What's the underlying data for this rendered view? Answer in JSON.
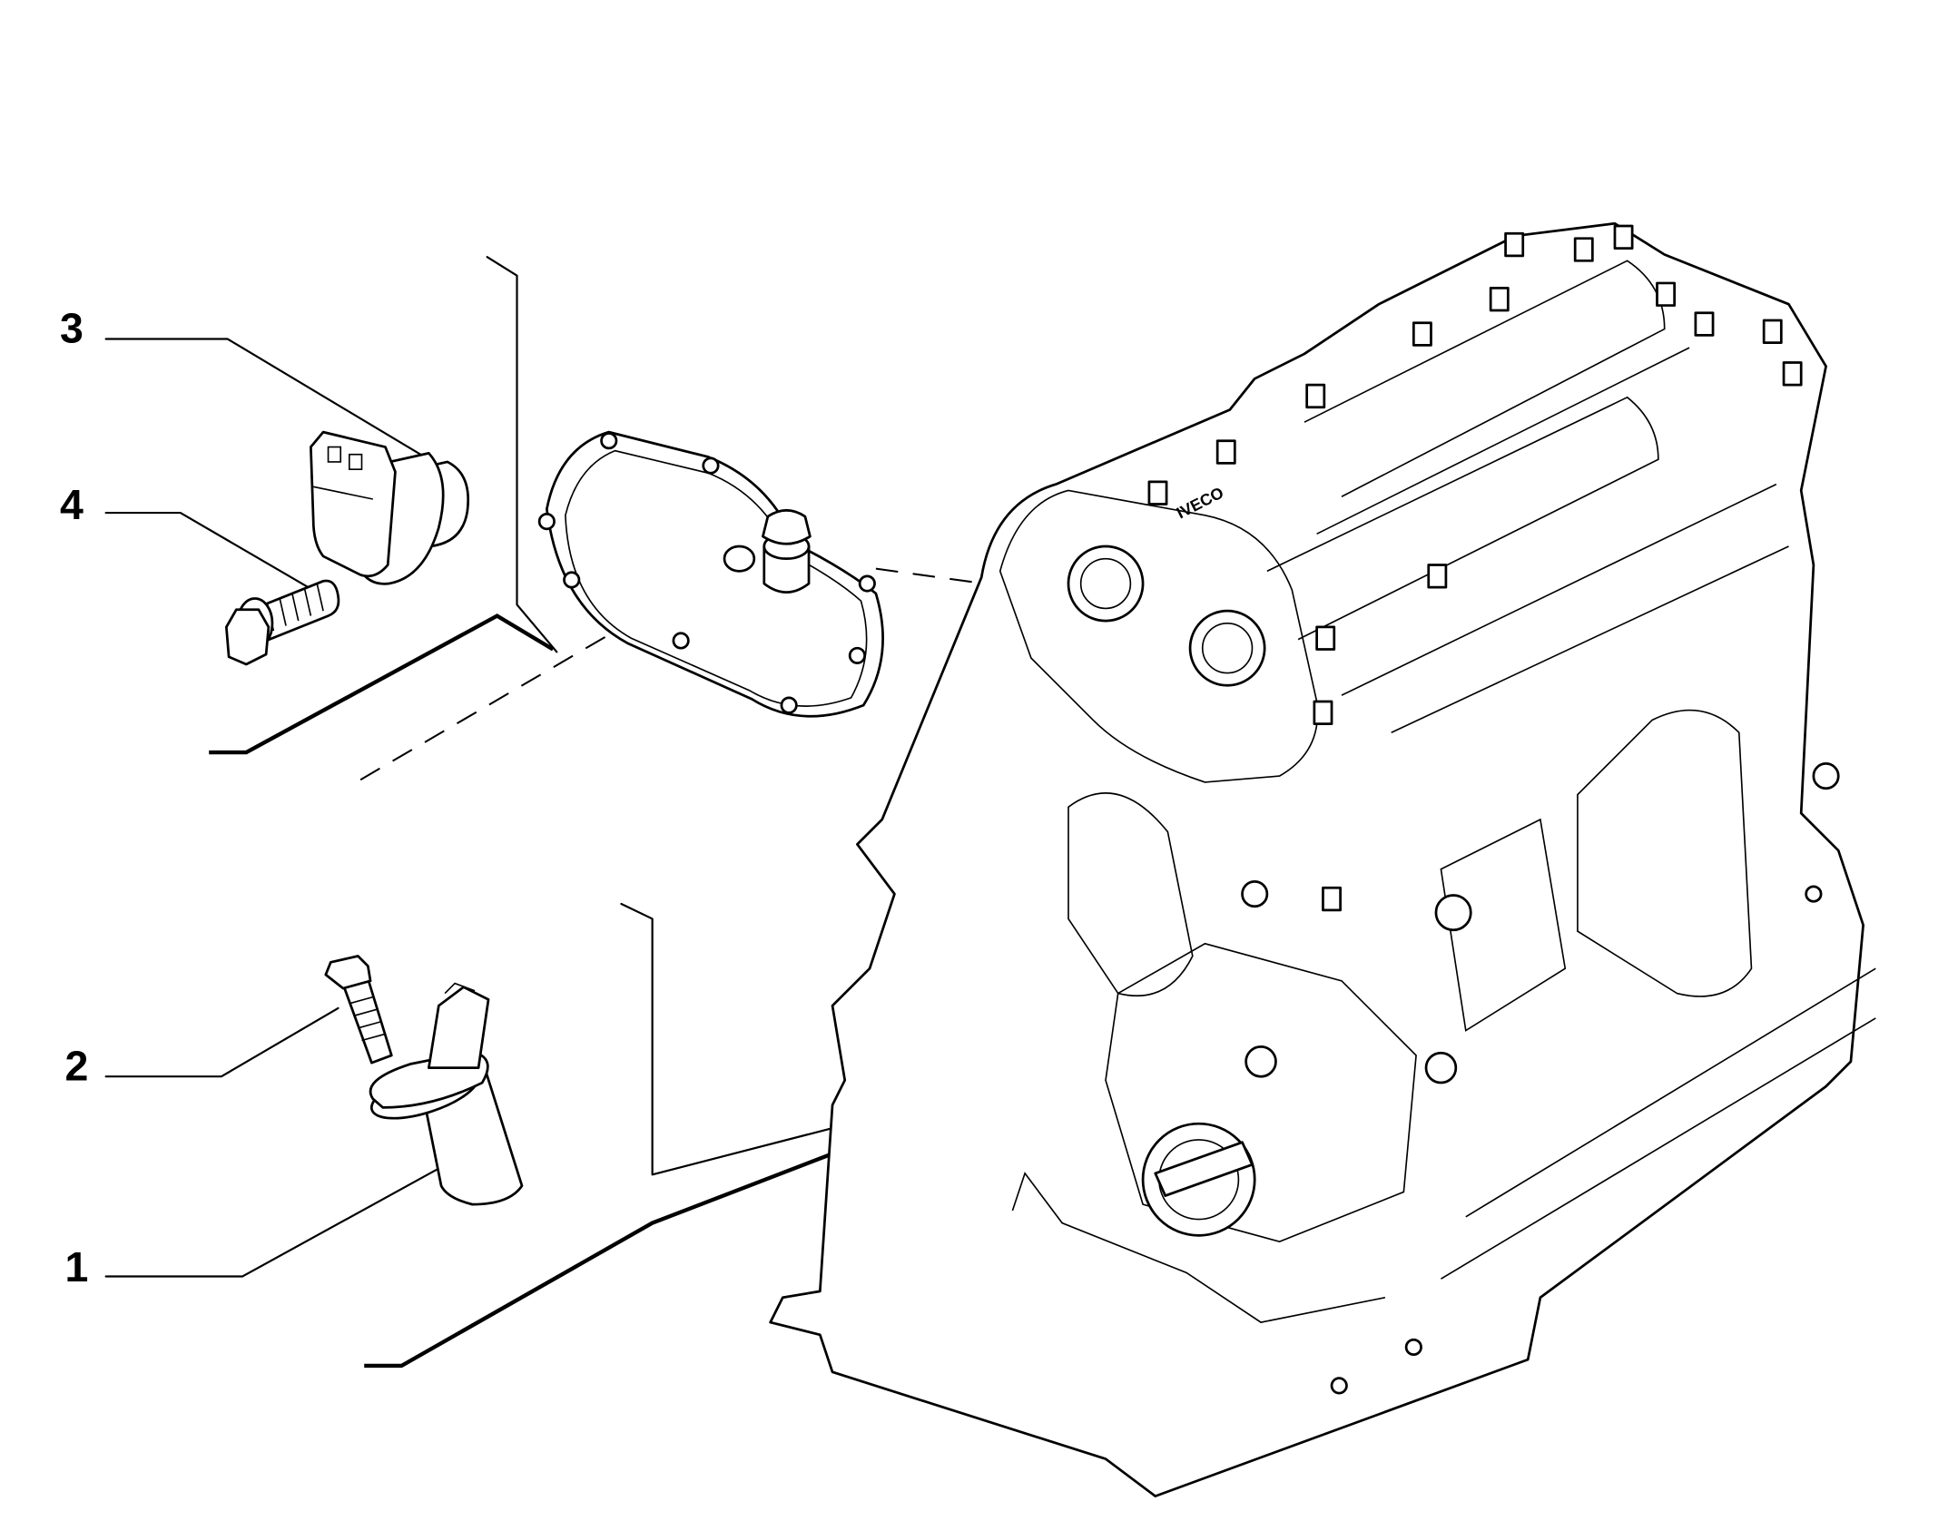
{
  "diagram": {
    "callouts": [
      {
        "id": "1",
        "label": "1",
        "part": "crankshaft-position-sensor"
      },
      {
        "id": "2",
        "label": "2",
        "part": "sensor-bolt"
      },
      {
        "id": "3",
        "label": "3",
        "part": "camshaft-position-sensor"
      },
      {
        "id": "4",
        "label": "4",
        "part": "flange-bolt"
      }
    ],
    "logo_text": "IVECO",
    "colors": {
      "ink": "#000000",
      "background": "#ffffff"
    }
  }
}
